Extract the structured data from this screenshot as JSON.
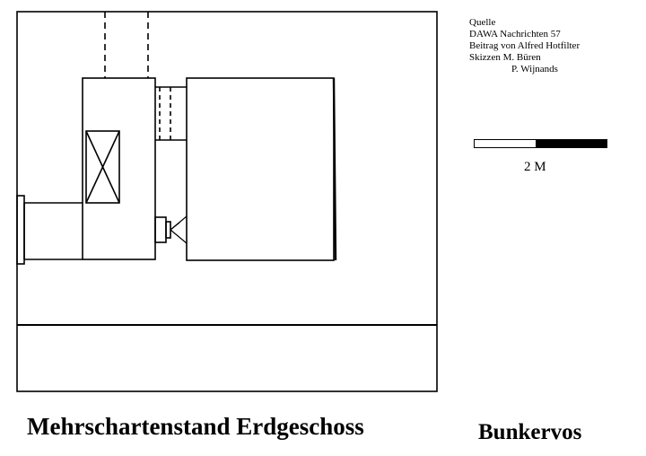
{
  "source_notes": {
    "lines": [
      "Quelle",
      "DAWA Nachrichten 57",
      "Beitrag von Alfred Hotfilter",
      "Skizzen M. Büren"
    ],
    "indented_line": "P. Wijnands"
  },
  "scale_bar": {
    "label": "2 M"
  },
  "caption": {
    "title": "Mehrschartenstand Erdgeschoss",
    "brand": "Bunkervos"
  },
  "colors": {
    "ink": "#000000",
    "paper": "#ffffff"
  }
}
